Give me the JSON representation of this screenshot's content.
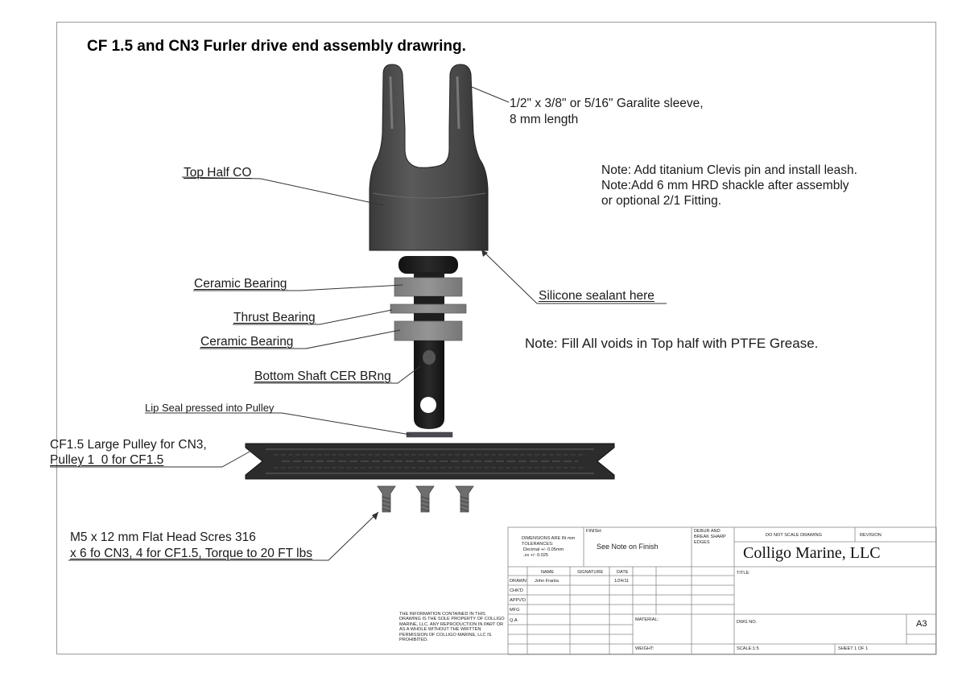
{
  "title": "CF 1.5 and CN3 Furler drive end assembly drawring.",
  "labels": {
    "garalite_line1": "1/2\" x 3/8\" or 5/16\" Garalite sleeve,",
    "garalite_line2": "8 mm length",
    "top_half": "Top Half CO",
    "ceramic_bearing_1": "Ceramic Bearing",
    "thrust_bearing": "Thrust Bearing",
    "ceramic_bearing_2": "Ceramic Bearing",
    "bottom_shaft": "Bottom Shaft CER BRng",
    "silicone": "Silicone sealant here",
    "lip_seal": "Lip Seal pressed into Pulley",
    "pulley_line1": "CF1.5 Large Pulley for CN3,",
    "pulley_line2": "Pulley 1_0 for CF1.5",
    "screws_line1": "M5 x 12 mm Flat Head Scres 316",
    "screws_line2": "x 6 fo CN3, 4 for CF1.5,  Torque to 20 FT lbs"
  },
  "notes": {
    "note1": "Note:  Add titanium Clevis pin and install leash.",
    "note2": "Note:Add 6 mm HRD shackle after assembly",
    "note3": "or optional 2/1 Fitting.",
    "grease": "Note: Fill All voids in Top half with PTFE Grease."
  },
  "title_block": {
    "dimensions_line1": "DIMENSIONS ARE IN mm",
    "dimensions_line2": "TOLERANCES:",
    "dimensions_line3": "Decimal +/- 0.05mm",
    "dimensions_line4": ".xx +/- 0.025",
    "finish_label": "FINISH:",
    "finish_value": "See Note on Finish",
    "debur_line1": "DEBUR AND",
    "debur_line2": "BREAK SHARP",
    "debur_line3": "EDGES",
    "do_not_scale": "DO NOT SCALE DRAWING",
    "revision": "REVISION",
    "company": "Colligo Marine, LLC",
    "col_name": "NAME",
    "col_signature": "SIGNATURE",
    "col_date": "DATE",
    "row_drawn": "DRAWN",
    "row_chkd": "CHK'D",
    "row_apprvd": "APPV'D",
    "row_mfg": "MFG",
    "row_qa": "Q.A",
    "drawn_name": "John Franta",
    "drawn_date": "1/24/11",
    "title_label": "TITLE:",
    "material_label": "MATERIAL:",
    "dwg_no_label": "DWG NO.",
    "sheet_size": "A3",
    "weight_label": "WEIGHT:",
    "scale": "SCALE:1:5",
    "sheet": "SHEET 1 OF 1",
    "proprietary": "THE INFORMATION CONTAINED IN THIS DRAWING IS THE SOLE PROPERTY OF COLLIGO MARINE, LLC. ANY REPRODUCTION IN PART OR AS A WHOLE WITHOUT THE WRITTEN PERMISSION OF COLLIGO MARINE, LLC IS PROHIBITED."
  },
  "colors": {
    "part_dark": "#3a3a3a",
    "part_mid": "#5e5e5e",
    "bearing_gray": "#8a8a8a",
    "leader": "#333333"
  }
}
